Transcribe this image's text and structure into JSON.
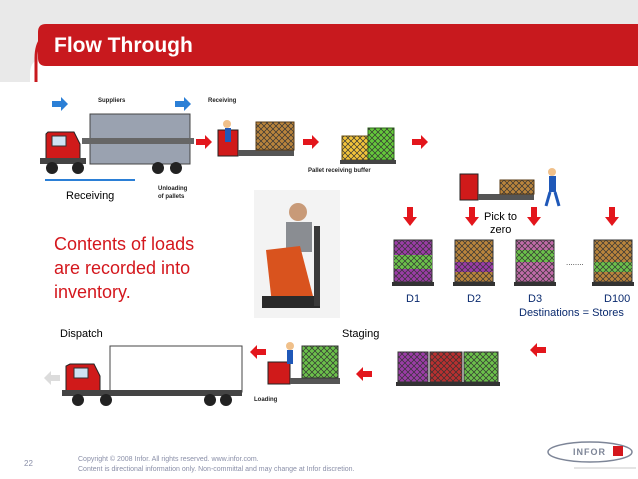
{
  "slide": {
    "title": "Flow Through",
    "page_number": "22",
    "footer_line1": "Copyright © 2008 Infor. All rights reserved. www.infor.com.",
    "footer_line2": "Content is directional information only.   Non-committal and may change at Infor discretion.",
    "logo_text": "INFOR"
  },
  "labels": {
    "suppliers": "Suppliers",
    "receiving_top": "Receiving",
    "receiving": "Receiving",
    "unloading_line1": "Unloading",
    "unloading_line2": "of pallets",
    "pallet_buffer": "Pallet receiving buffer",
    "pick_line1": "Pick to",
    "pick_line2": "zero",
    "contents_line1": "Contents of loads",
    "contents_line2": "are recorded into",
    "contents_line3": "inventory.",
    "dispatch": "Dispatch",
    "staging": "Staging",
    "loading": "Loading",
    "d1": "D1",
    "d2": "D2",
    "d3": "D3",
    "d100": "D100",
    "destinations": "Destinations = Stores",
    "ellipsis": "........"
  },
  "colors": {
    "title_bar": "#c8191e",
    "arrow_red": "#e3161c",
    "arrow_blue": "#2b7fd6",
    "brand_red": "#d4171d"
  }
}
